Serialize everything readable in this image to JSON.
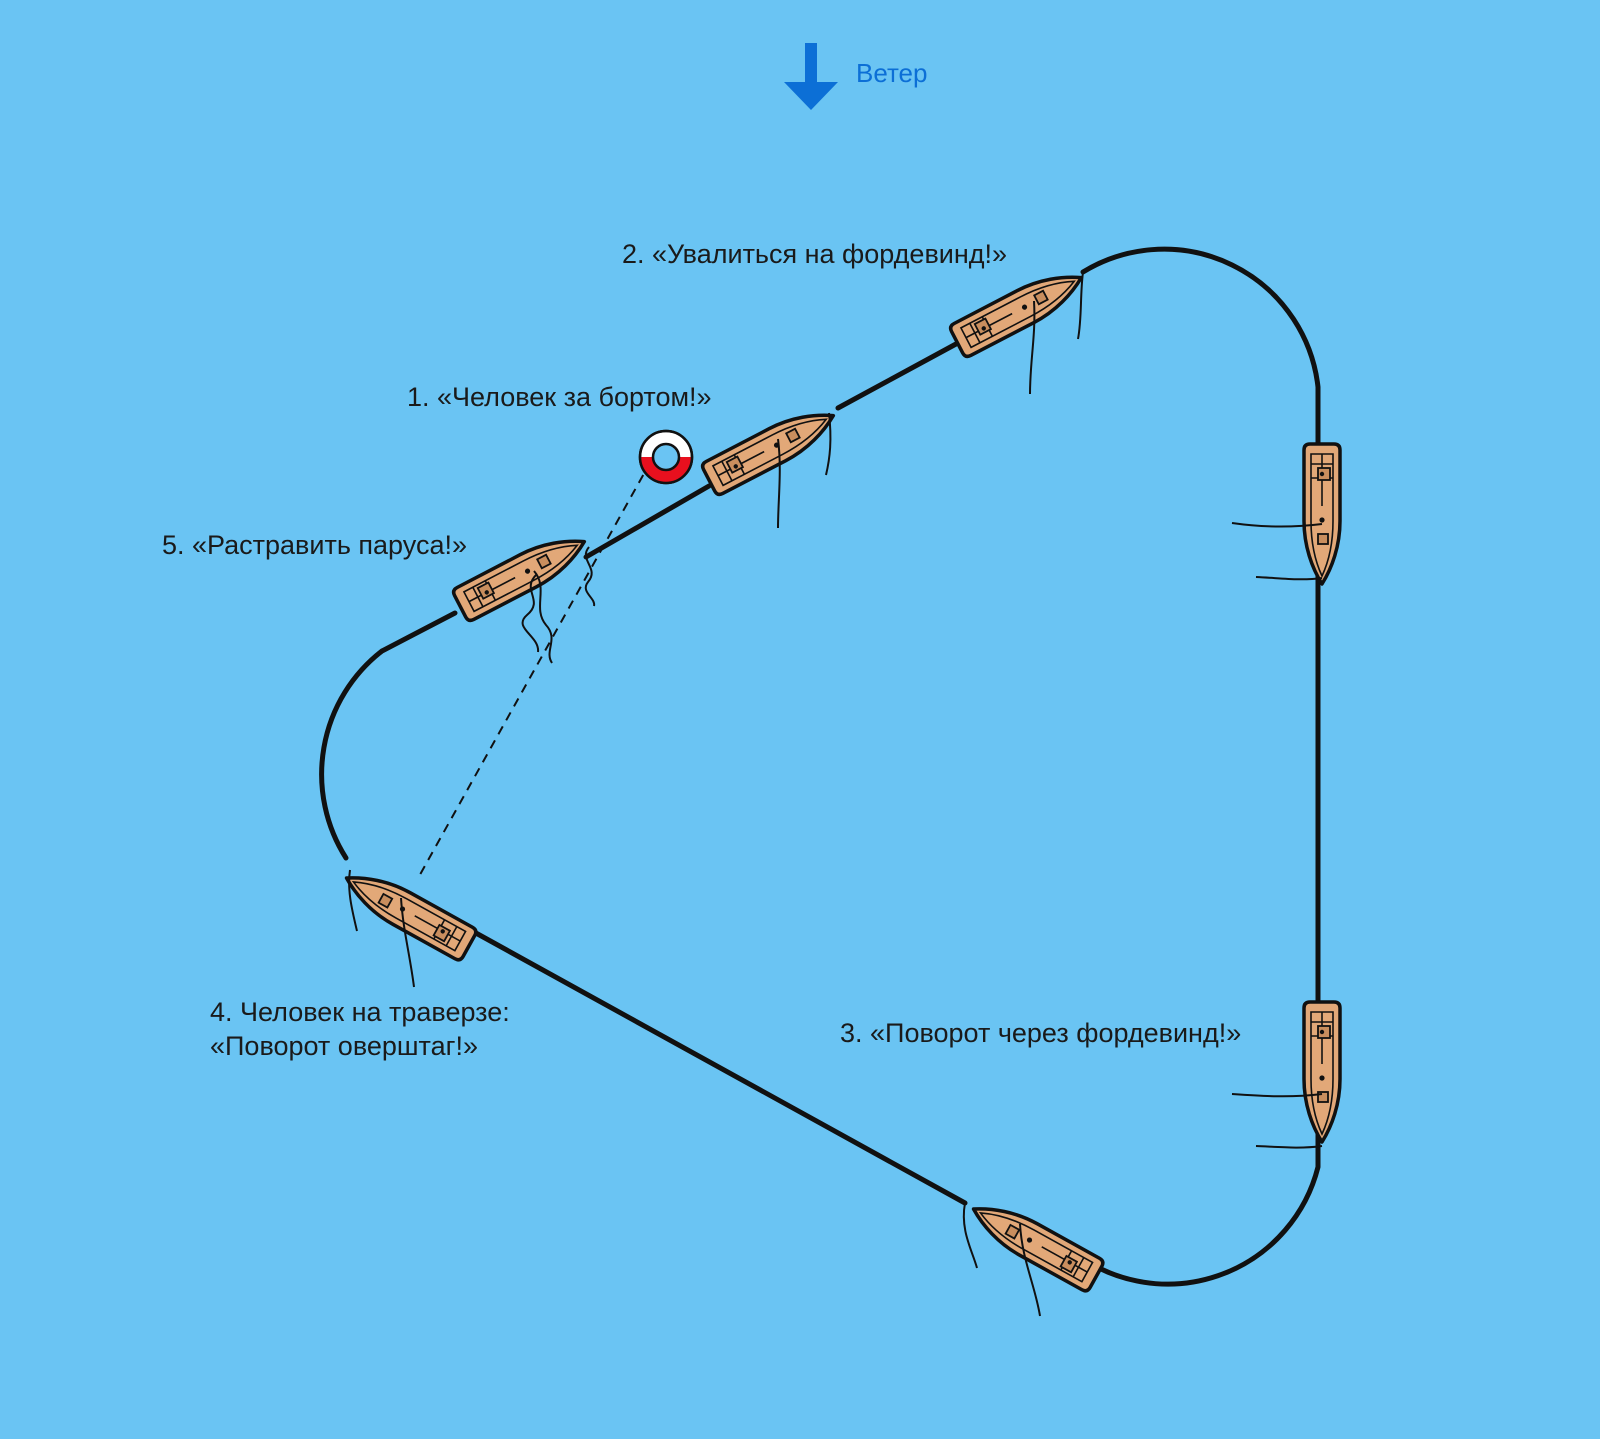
{
  "wind": {
    "label": "Ветер",
    "color": "#0C6FD6"
  },
  "colors": {
    "water": "#6AC4F3",
    "route": "#111111",
    "hull": "#E2A878",
    "deck": "#C98E5E",
    "buoy_red": "#E8101E",
    "buoy_white": "#FFFFFF"
  },
  "steps": [
    {
      "id": 1,
      "text": "1. «Человек за бортом!»"
    },
    {
      "id": 2,
      "text": "2. «Увалиться на фордевинд!»"
    },
    {
      "id": 3,
      "text": "3. «Поворот через фордевинд!»"
    },
    {
      "id": 4,
      "lines": [
        "4. Человек на траверзе:",
        "«Поворот оверштаг!»"
      ]
    },
    {
      "id": 5,
      "text": "5. «Растравить паруса!»"
    }
  ],
  "icons": [
    "wind-arrow-icon",
    "lifebuoy-icon",
    "boat-icon"
  ]
}
